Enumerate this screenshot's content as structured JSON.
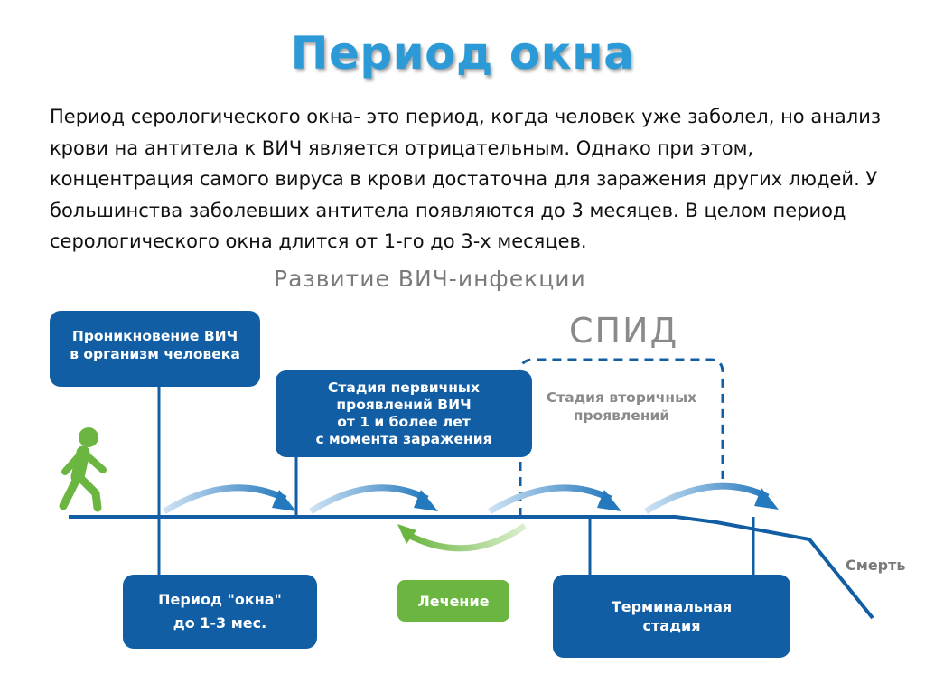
{
  "slide": {
    "title": "Период окна",
    "paragraph": "Период серологического окна- это период, когда человек уже заболел, но анализ крови на антитела к ВИЧ является отрицательным. Однако при этом, концентрация самого вируса в крови достаточна для заражения других людей. У большинства заболевших антитела появляются до 3 месяцев. В целом период серологического окна длится от 1-го до 3-х месяцев."
  },
  "diagram": {
    "title": "Развитие ВИЧ-инфекции",
    "aids_label": "СПИД",
    "top_boxes": [
      {
        "lines": [
          "Проникновение ВИЧ",
          "в организм человека"
        ]
      },
      {
        "lines": [
          "Стадия первичных",
          "проявлений ВИЧ",
          "от 1 и более лет",
          "с момента заражения"
        ]
      }
    ],
    "secondary_stage": {
      "lines": [
        "Стадия вторичных",
        "проявлений"
      ]
    },
    "bottom_boxes": [
      {
        "lines": [
          "Период \"окна\"",
          "до 1-3 мес."
        ]
      },
      {
        "lines": [
          "Терминальная",
          "стадия"
        ]
      }
    ],
    "treatment": "Лечение",
    "death": "Смерть",
    "colors": {
      "primary": "#115ea4",
      "accent": "#2c9ad6",
      "treatment": "#6ab640",
      "muted": "#888888"
    }
  }
}
